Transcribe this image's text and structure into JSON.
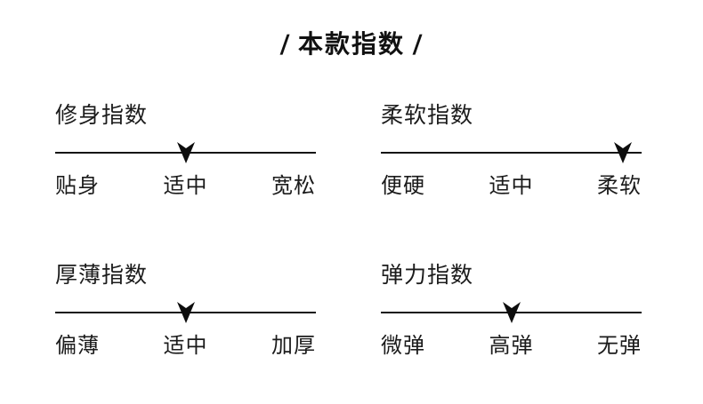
{
  "title": {
    "left_slash": "/",
    "text": "本款指数",
    "right_slash": "/"
  },
  "groups": [
    {
      "heading": "修身指数",
      "marker_percent": 50,
      "labels": [
        "贴身",
        "适中",
        "宽松"
      ]
    },
    {
      "heading": "柔软指数",
      "marker_percent": 93,
      "labels": [
        "便硬",
        "适中",
        "柔软"
      ]
    },
    {
      "heading": "厚薄指数",
      "marker_percent": 50,
      "labels": [
        "偏薄",
        "适中",
        "加厚"
      ]
    },
    {
      "heading": "弹力指数",
      "marker_percent": 50,
      "labels": [
        "微弹",
        "高弹",
        "无弹"
      ]
    }
  ],
  "colors": {
    "background": "#ffffff",
    "text": "#1b1b1b",
    "line": "#141414",
    "marker": "#0d0d0d"
  }
}
